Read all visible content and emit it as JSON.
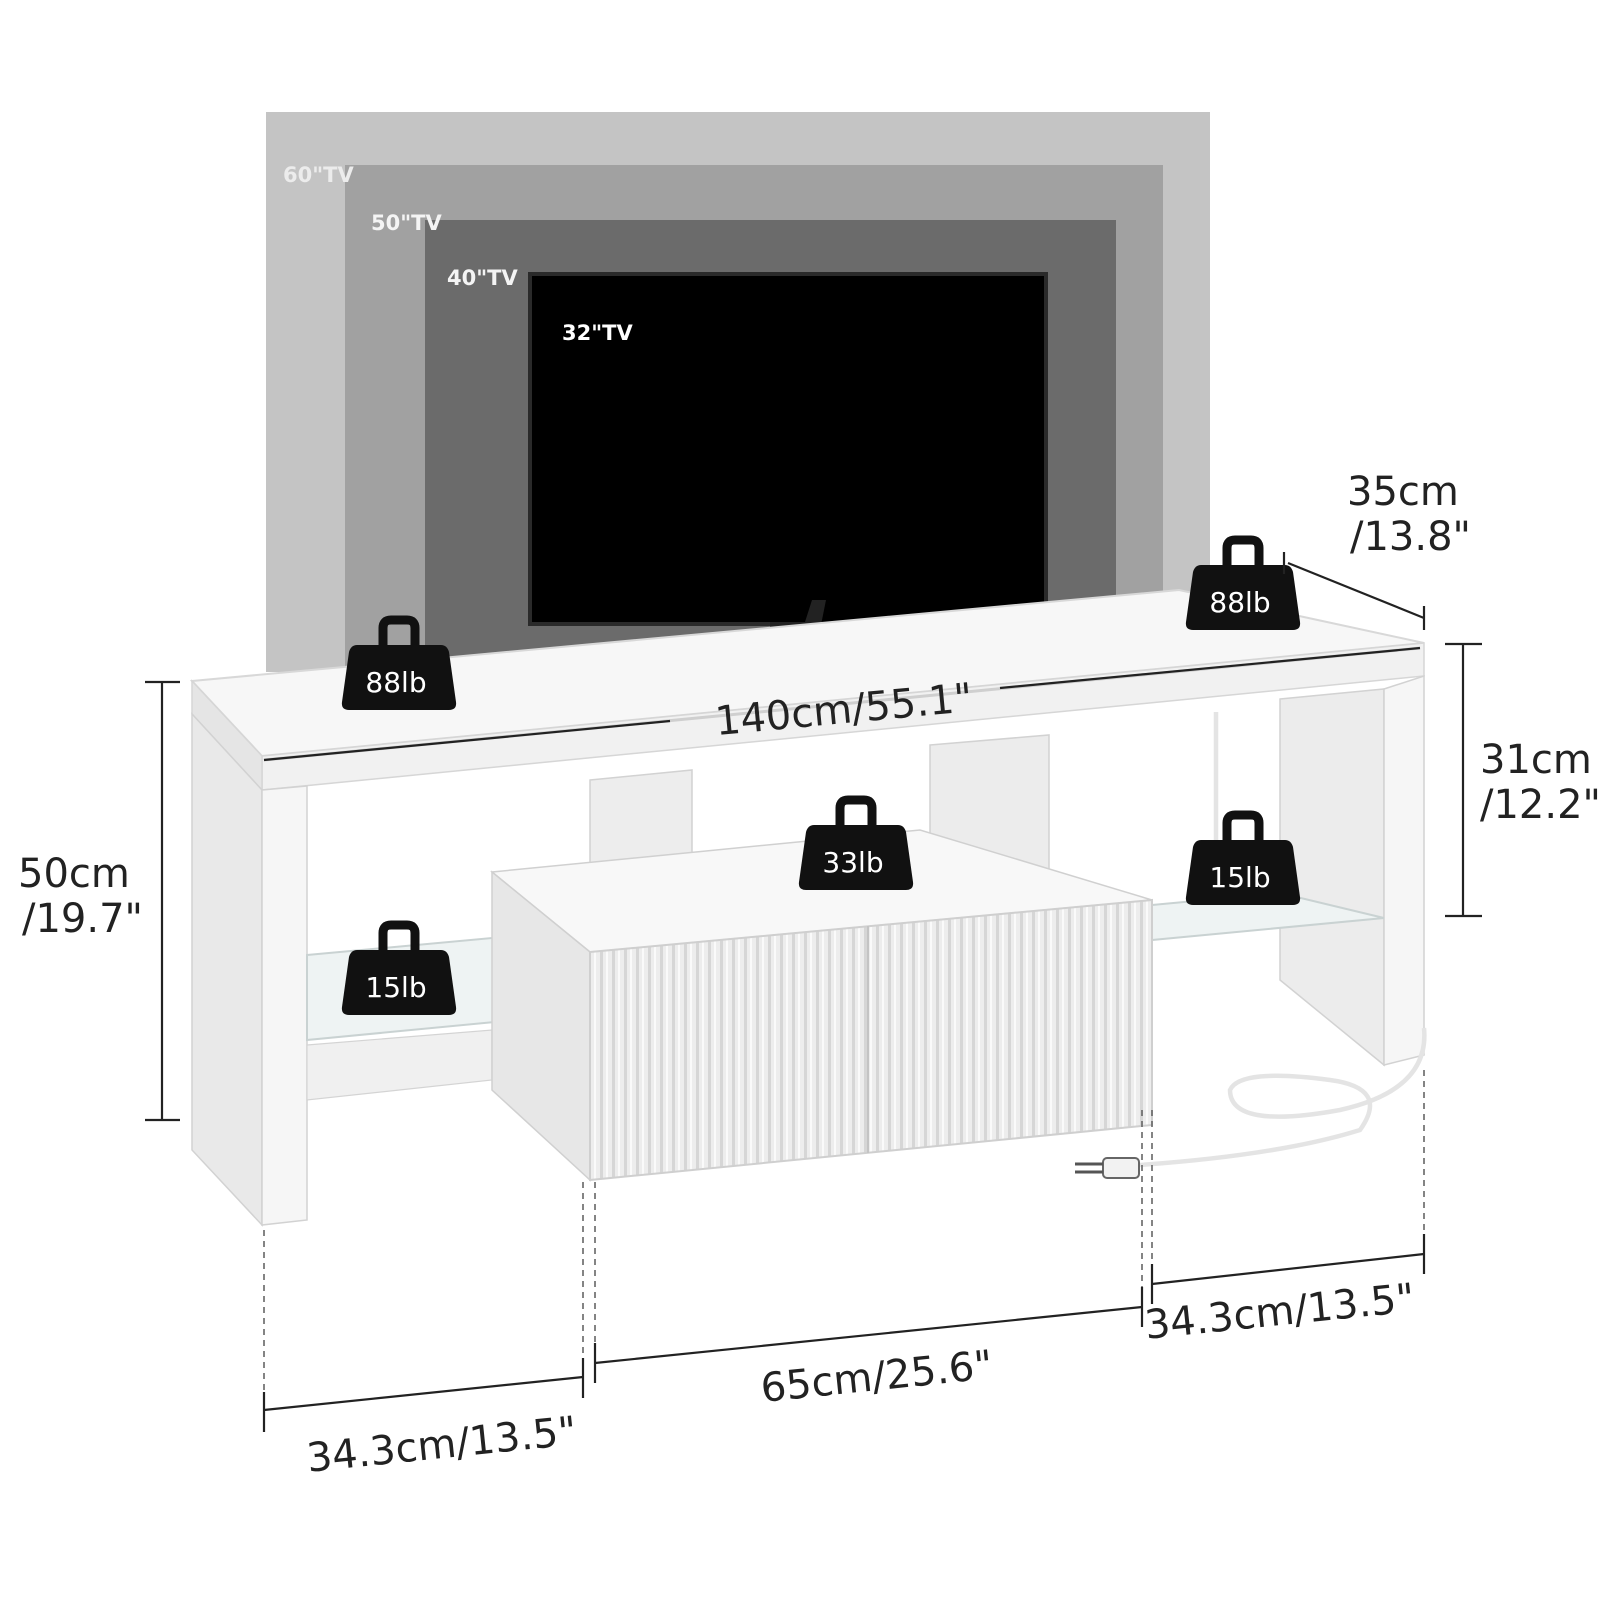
{
  "tv_sizes": {
    "tv60": "60\"TV",
    "tv50": "50\"TV",
    "tv40": "40\"TV",
    "tv32": "32\"TV"
  },
  "dimensions": {
    "width": "140cm/55.1\"",
    "depth_cm": "35cm",
    "depth_in": "/13.8\"",
    "height_cm": "50cm",
    "height_in": "/19.7\"",
    "inner_height_cm": "31cm",
    "inner_height_in": "/12.2\"",
    "left_section": "34.3cm/13.5\"",
    "center_section": "65cm/25.6\"",
    "right_section": "34.3cm/13.5\""
  },
  "weight_capacity": {
    "top_left": "88lb",
    "top_right": "88lb",
    "center_shelf": "33lb",
    "left_glass_shelf": "15lb",
    "right_glass_shelf": "15lb"
  },
  "colors": {
    "tv60": "#c4c4c4",
    "tv50": "#a1a1a1",
    "tv40": "#6b6b6b",
    "tv32": "#000000",
    "weight_icon": "#111111",
    "stand": "#f4f4f4"
  }
}
